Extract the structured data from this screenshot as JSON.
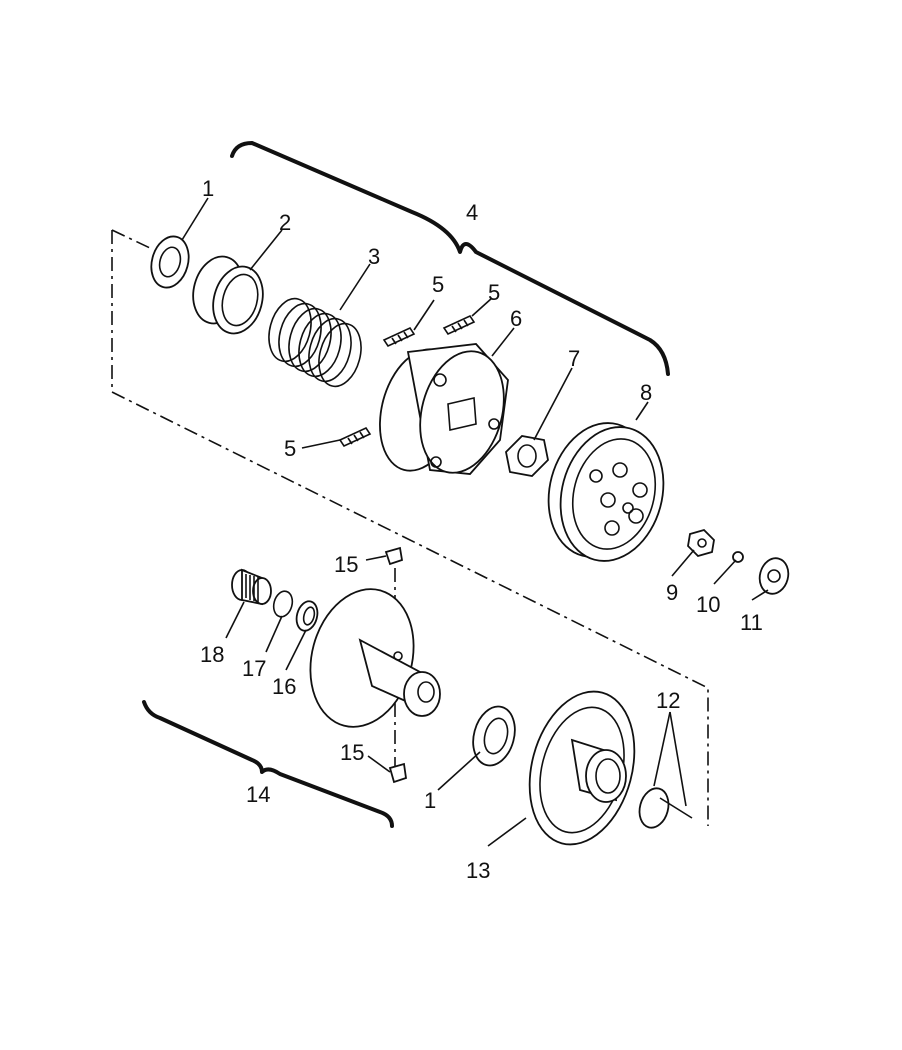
{
  "labels": {
    "l1a": "1",
    "l2": "2",
    "l3": "3",
    "l4": "4",
    "l5a": "5",
    "l5b": "5",
    "l5c": "5",
    "l6": "6",
    "l7": "7",
    "l8": "8",
    "l9": "9",
    "l10": "10",
    "l11": "11",
    "l12": "12",
    "l13": "13",
    "l14": "14",
    "l15a": "15",
    "l15b": "15",
    "l16": "16",
    "l17": "17",
    "l18": "18",
    "l1b": "1"
  }
}
